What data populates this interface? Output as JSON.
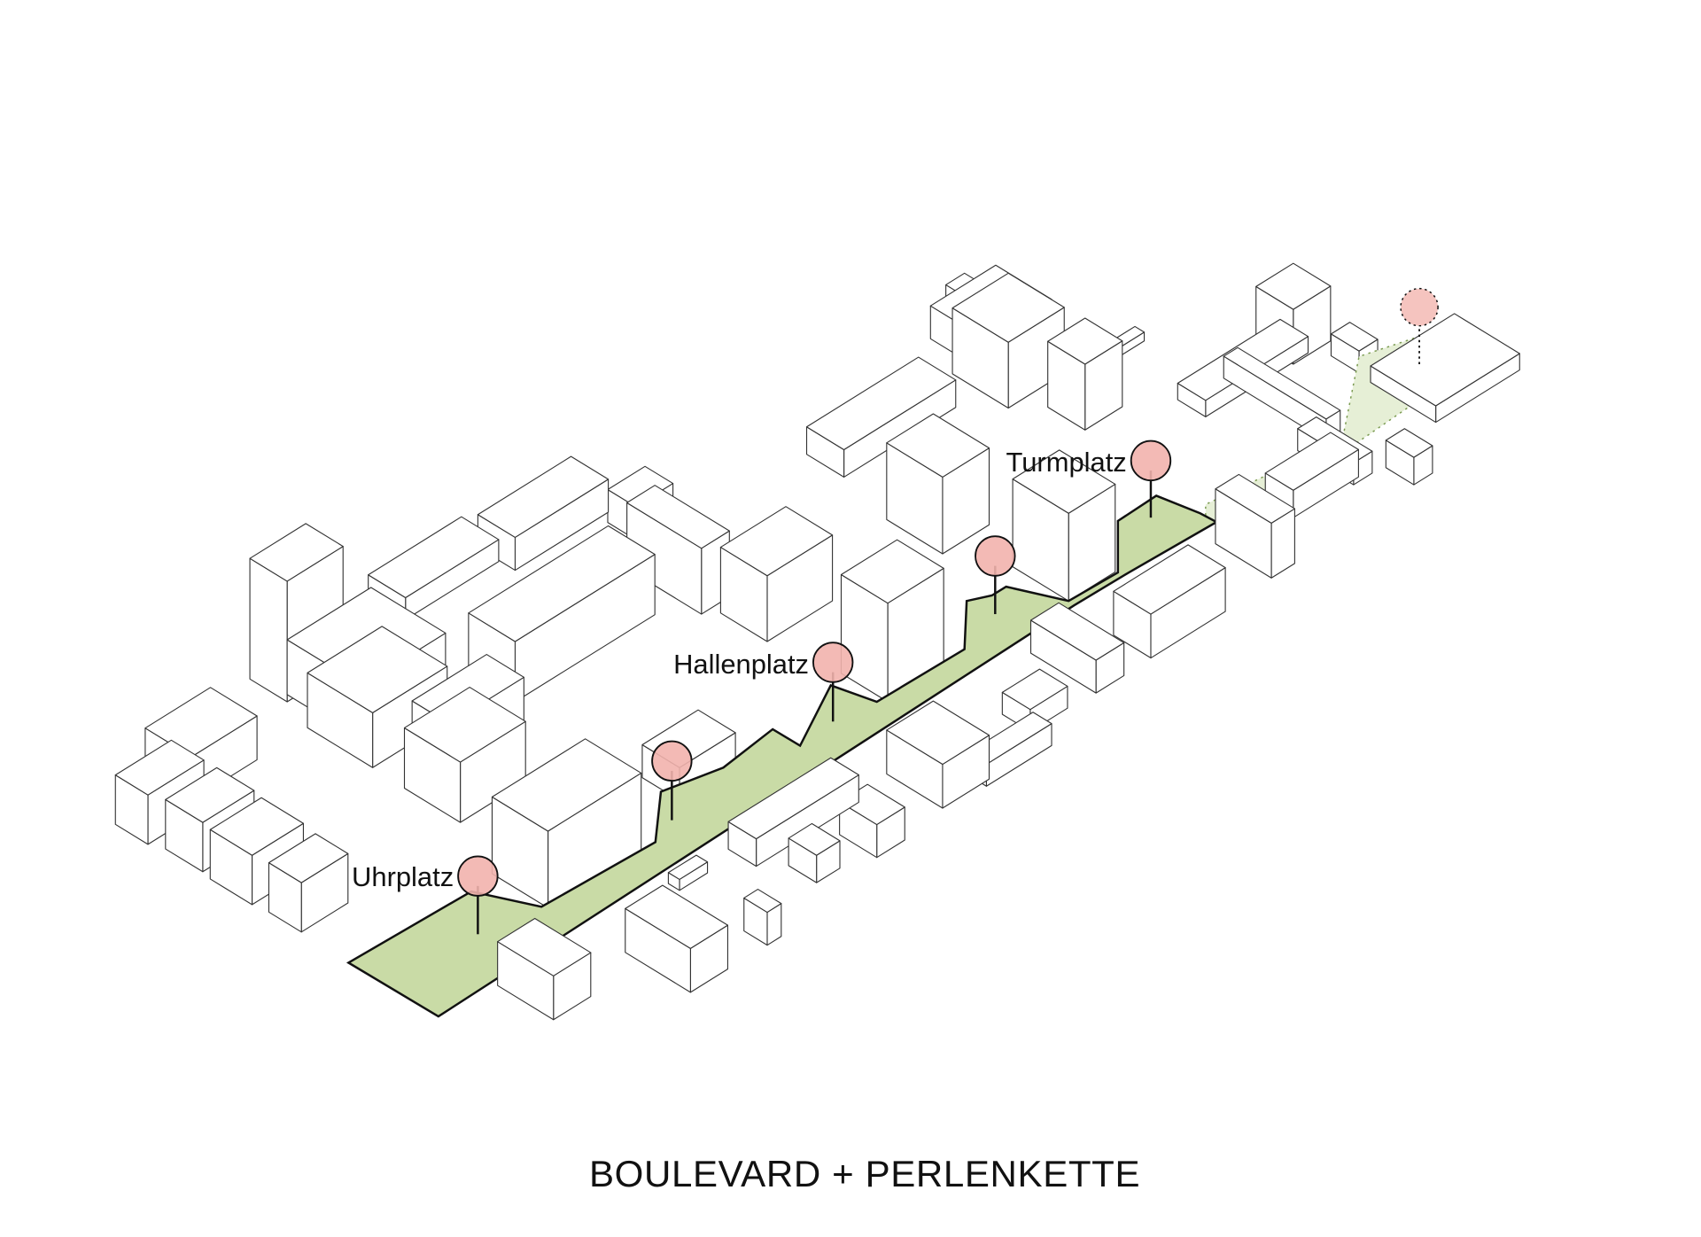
{
  "title": "BOULEVARD + PERLENKETTE",
  "markers": [
    {
      "label": "Uhrplatz"
    },
    {
      "label": "Hallenplatz"
    },
    {
      "label": "Turmplatz"
    }
  ],
  "colors": {
    "boulevard": "#c9dba6",
    "boulevard_faded": "#e6efd6",
    "marker_fill": "#f2b3ad",
    "outline": "#111111"
  }
}
